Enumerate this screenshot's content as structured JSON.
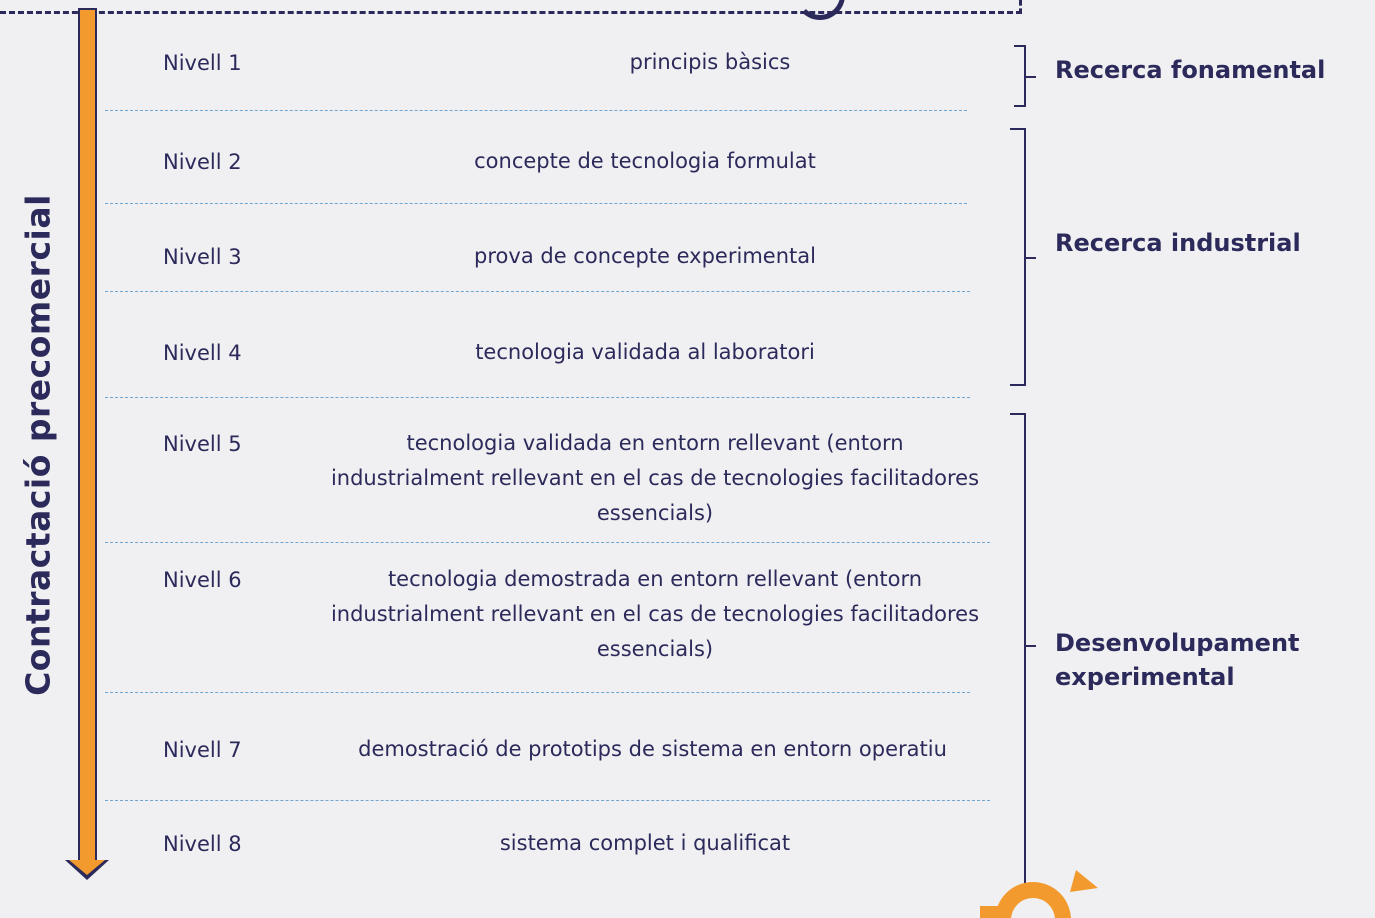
{
  "vertical_title": "Contractació precomercial",
  "levels": [
    {
      "label": "Nivell 1",
      "description": "principis bàsics"
    },
    {
      "label": "Nivell 2",
      "description": "concepte de tecnologia formulat"
    },
    {
      "label": "Nivell 3",
      "description": "prova de concepte experimental"
    },
    {
      "label": "Nivell 4",
      "description": "tecnologia validada al laboratori"
    },
    {
      "label": "Nivell 5",
      "description": "tecnologia validada en entorn rellevant (entorn industrialment rellevant en el cas de tecnologies facilitadores essencials)"
    },
    {
      "label": "Nivell 6",
      "description": "tecnologia demostrada en entorn rellevant (entorn industrialment rellevant en el cas de tecnologies facilitadores essencials)"
    },
    {
      "label": "Nivell 7",
      "description": "demostració de prototips de sistema en entorn operatiu"
    },
    {
      "label": "Nivell 8",
      "description": "sistema complet i qualificat"
    }
  ],
  "groups": [
    {
      "label": "Recerca fonamental"
    },
    {
      "label": "Recerca industrial"
    },
    {
      "label": "Desenvolupament experimental"
    }
  ],
  "colors": {
    "arrow": "#f29a2e",
    "text": "#2b2a5a",
    "divider": "#6fa5cf",
    "background": "#f0f0f3"
  }
}
